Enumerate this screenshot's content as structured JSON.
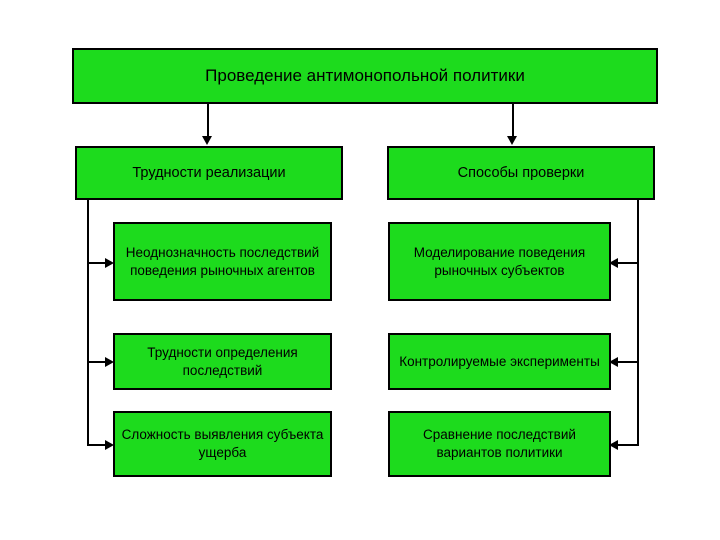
{
  "diagram": {
    "title_node": {
      "label": "Проведение антимонопольной политики"
    },
    "branches": [
      {
        "label": "Трудности реализации",
        "leaves": [
          {
            "label": "Неоднозначность последствий поведения рыночных агентов"
          },
          {
            "label": "Трудности определения последствий"
          },
          {
            "label": "Сложность выявления субъекта ущерба"
          }
        ]
      },
      {
        "label": "Способы проверки",
        "leaves": [
          {
            "label": "Моделирование поведения рыночных субъектов"
          },
          {
            "label": "Контролируемые эксперименты"
          },
          {
            "label": "Сравнение последствий вариантов политики"
          }
        ]
      }
    ],
    "colors": {
      "node_fill": "#1ddb1d",
      "node_border": "#000000",
      "connector": "#000000",
      "background": "#ffffff",
      "text": "#000000"
    }
  }
}
